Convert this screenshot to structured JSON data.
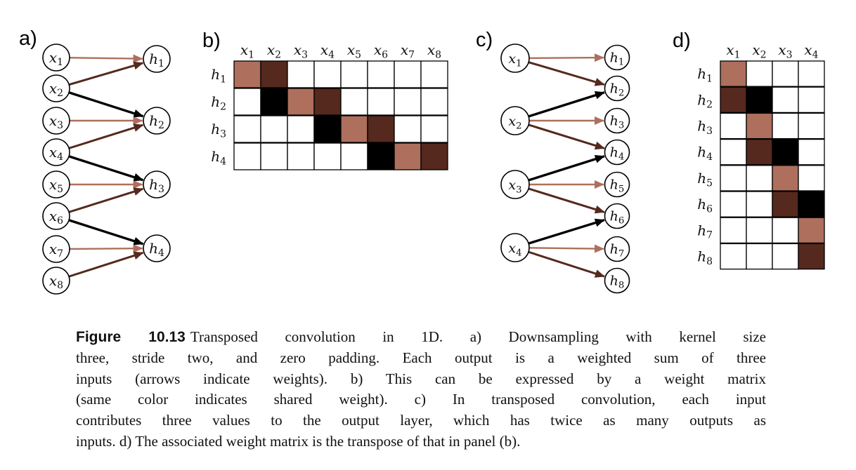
{
  "colors": {
    "background": "#ffffff",
    "node_fill": "#ffffff",
    "node_stroke": "#000000",
    "grid_stroke": "#000000",
    "text": "#111111"
  },
  "weights": {
    "black": {
      "color": "#000000",
      "name": "weight-omega1-black"
    },
    "light": {
      "color": "#AE6F5D",
      "name": "weight-omega2-salmon"
    },
    "dark": {
      "color": "#55291E",
      "name": "weight-omega3-brown"
    }
  },
  "panel_a": {
    "label": "a)",
    "type": "bipartite-graph",
    "inputs": [
      "x1",
      "x2",
      "x3",
      "x4",
      "x5",
      "x6",
      "x7",
      "x8"
    ],
    "outputs": [
      "h1",
      "h2",
      "h3",
      "h4"
    ],
    "edges": [
      [
        "x1",
        "h1",
        "light"
      ],
      [
        "x2",
        "h1",
        "dark"
      ],
      [
        "x2",
        "h2",
        "black"
      ],
      [
        "x3",
        "h2",
        "light"
      ],
      [
        "x4",
        "h2",
        "dark"
      ],
      [
        "x4",
        "h3",
        "black"
      ],
      [
        "x5",
        "h3",
        "light"
      ],
      [
        "x6",
        "h3",
        "dark"
      ],
      [
        "x6",
        "h4",
        "black"
      ],
      [
        "x7",
        "h4",
        "light"
      ],
      [
        "x8",
        "h4",
        "dark"
      ]
    ]
  },
  "panel_b": {
    "label": "b)",
    "type": "weight-matrix",
    "col_headers": [
      "x1",
      "x2",
      "x3",
      "x4",
      "x5",
      "x6",
      "x7",
      "x8"
    ],
    "row_headers": [
      "h1",
      "h2",
      "h3",
      "h4"
    ],
    "cells": [
      [
        "light",
        "dark",
        "",
        "",
        "",
        "",
        "",
        ""
      ],
      [
        "",
        "black",
        "light",
        "dark",
        "",
        "",
        "",
        ""
      ],
      [
        "",
        "",
        "",
        "black",
        "light",
        "dark",
        "",
        ""
      ],
      [
        "",
        "",
        "",
        "",
        "",
        "black",
        "light",
        "dark"
      ]
    ]
  },
  "panel_c": {
    "label": "c)",
    "type": "bipartite-graph",
    "inputs": [
      "x1",
      "x2",
      "x3",
      "x4"
    ],
    "outputs": [
      "h1",
      "h2",
      "h3",
      "h4",
      "h5",
      "h6",
      "h7",
      "h8"
    ],
    "edges": [
      [
        "x1",
        "h1",
        "light"
      ],
      [
        "x1",
        "h2",
        "dark"
      ],
      [
        "x2",
        "h2",
        "black"
      ],
      [
        "x2",
        "h3",
        "light"
      ],
      [
        "x2",
        "h4",
        "dark"
      ],
      [
        "x3",
        "h4",
        "black"
      ],
      [
        "x3",
        "h5",
        "light"
      ],
      [
        "x3",
        "h6",
        "dark"
      ],
      [
        "x4",
        "h6",
        "black"
      ],
      [
        "x4",
        "h7",
        "light"
      ],
      [
        "x4",
        "h8",
        "dark"
      ]
    ]
  },
  "panel_d": {
    "label": "d)",
    "type": "weight-matrix",
    "col_headers": [
      "x1",
      "x2",
      "x3",
      "x4"
    ],
    "row_headers": [
      "h1",
      "h2",
      "h3",
      "h4",
      "h5",
      "h6",
      "h7",
      "h8"
    ],
    "cells": [
      [
        "light",
        "",
        "",
        ""
      ],
      [
        "dark",
        "black",
        "",
        ""
      ],
      [
        "",
        "light",
        "",
        ""
      ],
      [
        "",
        "dark",
        "black",
        ""
      ],
      [
        "",
        "",
        "light",
        ""
      ],
      [
        "",
        "",
        "dark",
        "black"
      ],
      [
        "",
        "",
        "",
        "light"
      ],
      [
        "",
        "",
        "",
        "dark"
      ]
    ]
  },
  "caption": {
    "tag": "Figure 10.13",
    "lines": [
      "Transposed convolution in 1D. a) Downsampling with kernel size",
      "three, stride two, and zero padding.  Each output is a weighted sum of three",
      "inputs (arrows indicate weights).  b) This can be expressed by a weight matrix",
      "(same color indicates shared weight).  c) In transposed convolution, each input",
      "contributes three values to the output layer, which has twice as many outputs as",
      "inputs. d) The associated weight matrix is the transpose of that in panel (b)."
    ]
  }
}
